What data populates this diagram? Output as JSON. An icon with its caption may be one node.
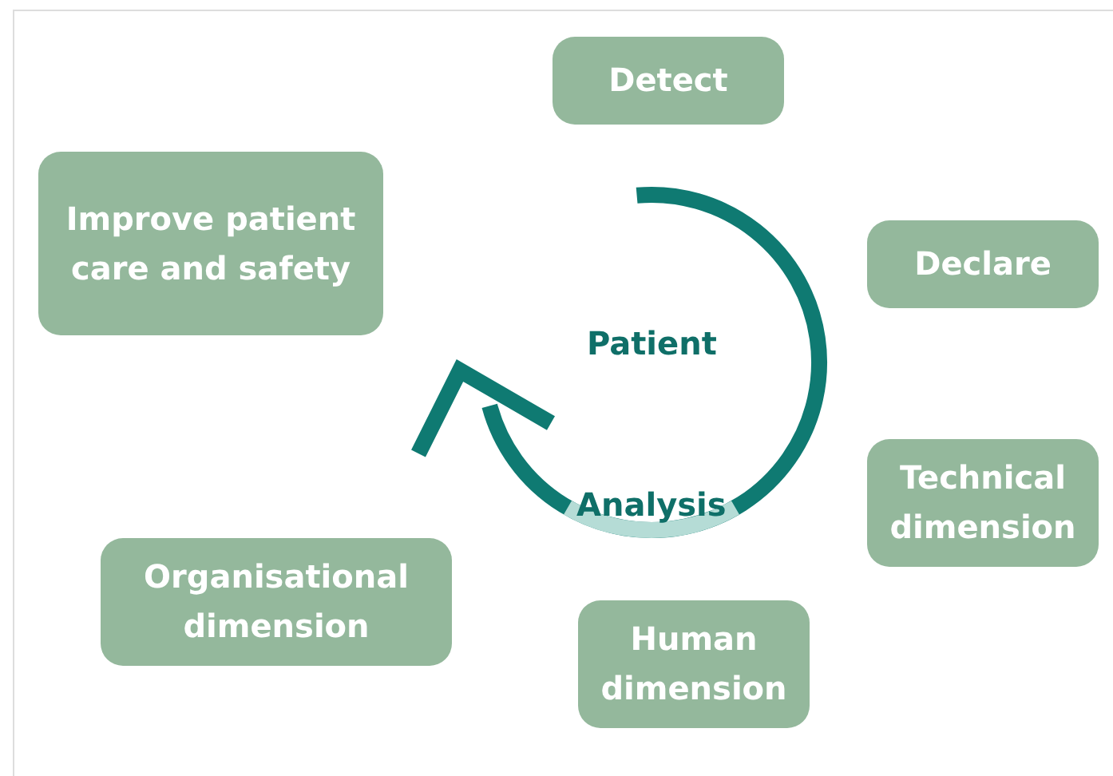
{
  "diagram": {
    "nodes": [
      {
        "text": [
          "Detect"
        ]
      },
      {
        "text": [
          "Improve patient care and safety"
        ]
      },
      {
        "text": [
          "Declare"
        ]
      },
      {
        "text": [
          "Technical dimension"
        ]
      },
      {
        "text": [
          "Organisational dimension"
        ]
      },
      {
        "text": [
          "Human dimension"
        ]
      }
    ],
    "labels": [
      "Patient",
      "Analysis"
    ]
  }
}
